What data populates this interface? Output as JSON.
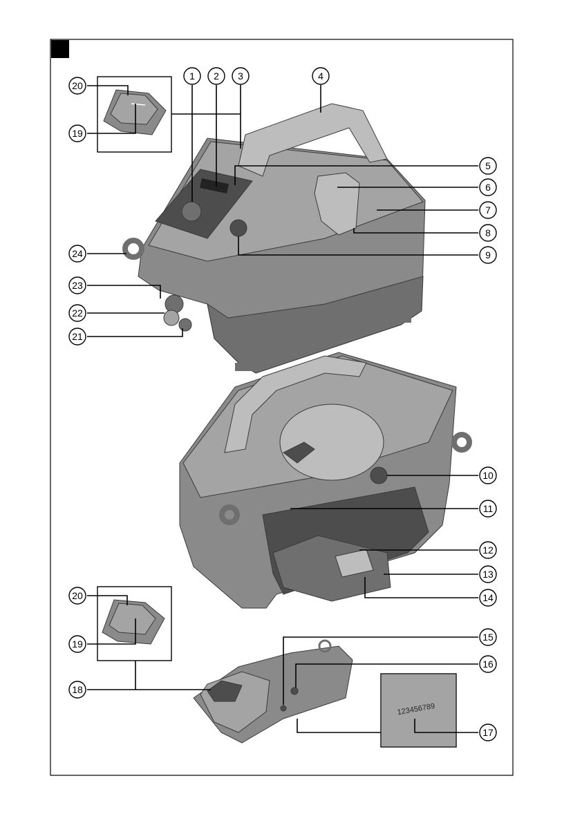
{
  "figure": {
    "callouts": [
      {
        "id": "1",
        "label": "1"
      },
      {
        "id": "2",
        "label": "2"
      },
      {
        "id": "3",
        "label": "3"
      },
      {
        "id": "4",
        "label": "4"
      },
      {
        "id": "5",
        "label": "5"
      },
      {
        "id": "6",
        "label": "6"
      },
      {
        "id": "7",
        "label": "7"
      },
      {
        "id": "8",
        "label": "8"
      },
      {
        "id": "9",
        "label": "9"
      },
      {
        "id": "10",
        "label": "10"
      },
      {
        "id": "11",
        "label": "11"
      },
      {
        "id": "12",
        "label": "12"
      },
      {
        "id": "13",
        "label": "13"
      },
      {
        "id": "14",
        "label": "14"
      },
      {
        "id": "15",
        "label": "15"
      },
      {
        "id": "16",
        "label": "16"
      },
      {
        "id": "17",
        "label": "17"
      },
      {
        "id": "18",
        "label": "18"
      },
      {
        "id": "19a",
        "label": "19"
      },
      {
        "id": "19b",
        "label": "19"
      },
      {
        "id": "20a",
        "label": "20"
      },
      {
        "id": "20b",
        "label": "20"
      },
      {
        "id": "21",
        "label": "21"
      },
      {
        "id": "22",
        "label": "22"
      },
      {
        "id": "23",
        "label": "23"
      },
      {
        "id": "24",
        "label": "24"
      }
    ],
    "serial_number": "123456789",
    "colors": {
      "frame": "#000000",
      "device_body": "#8a8a8a",
      "device_dark": "#4d4d4d"
    }
  }
}
